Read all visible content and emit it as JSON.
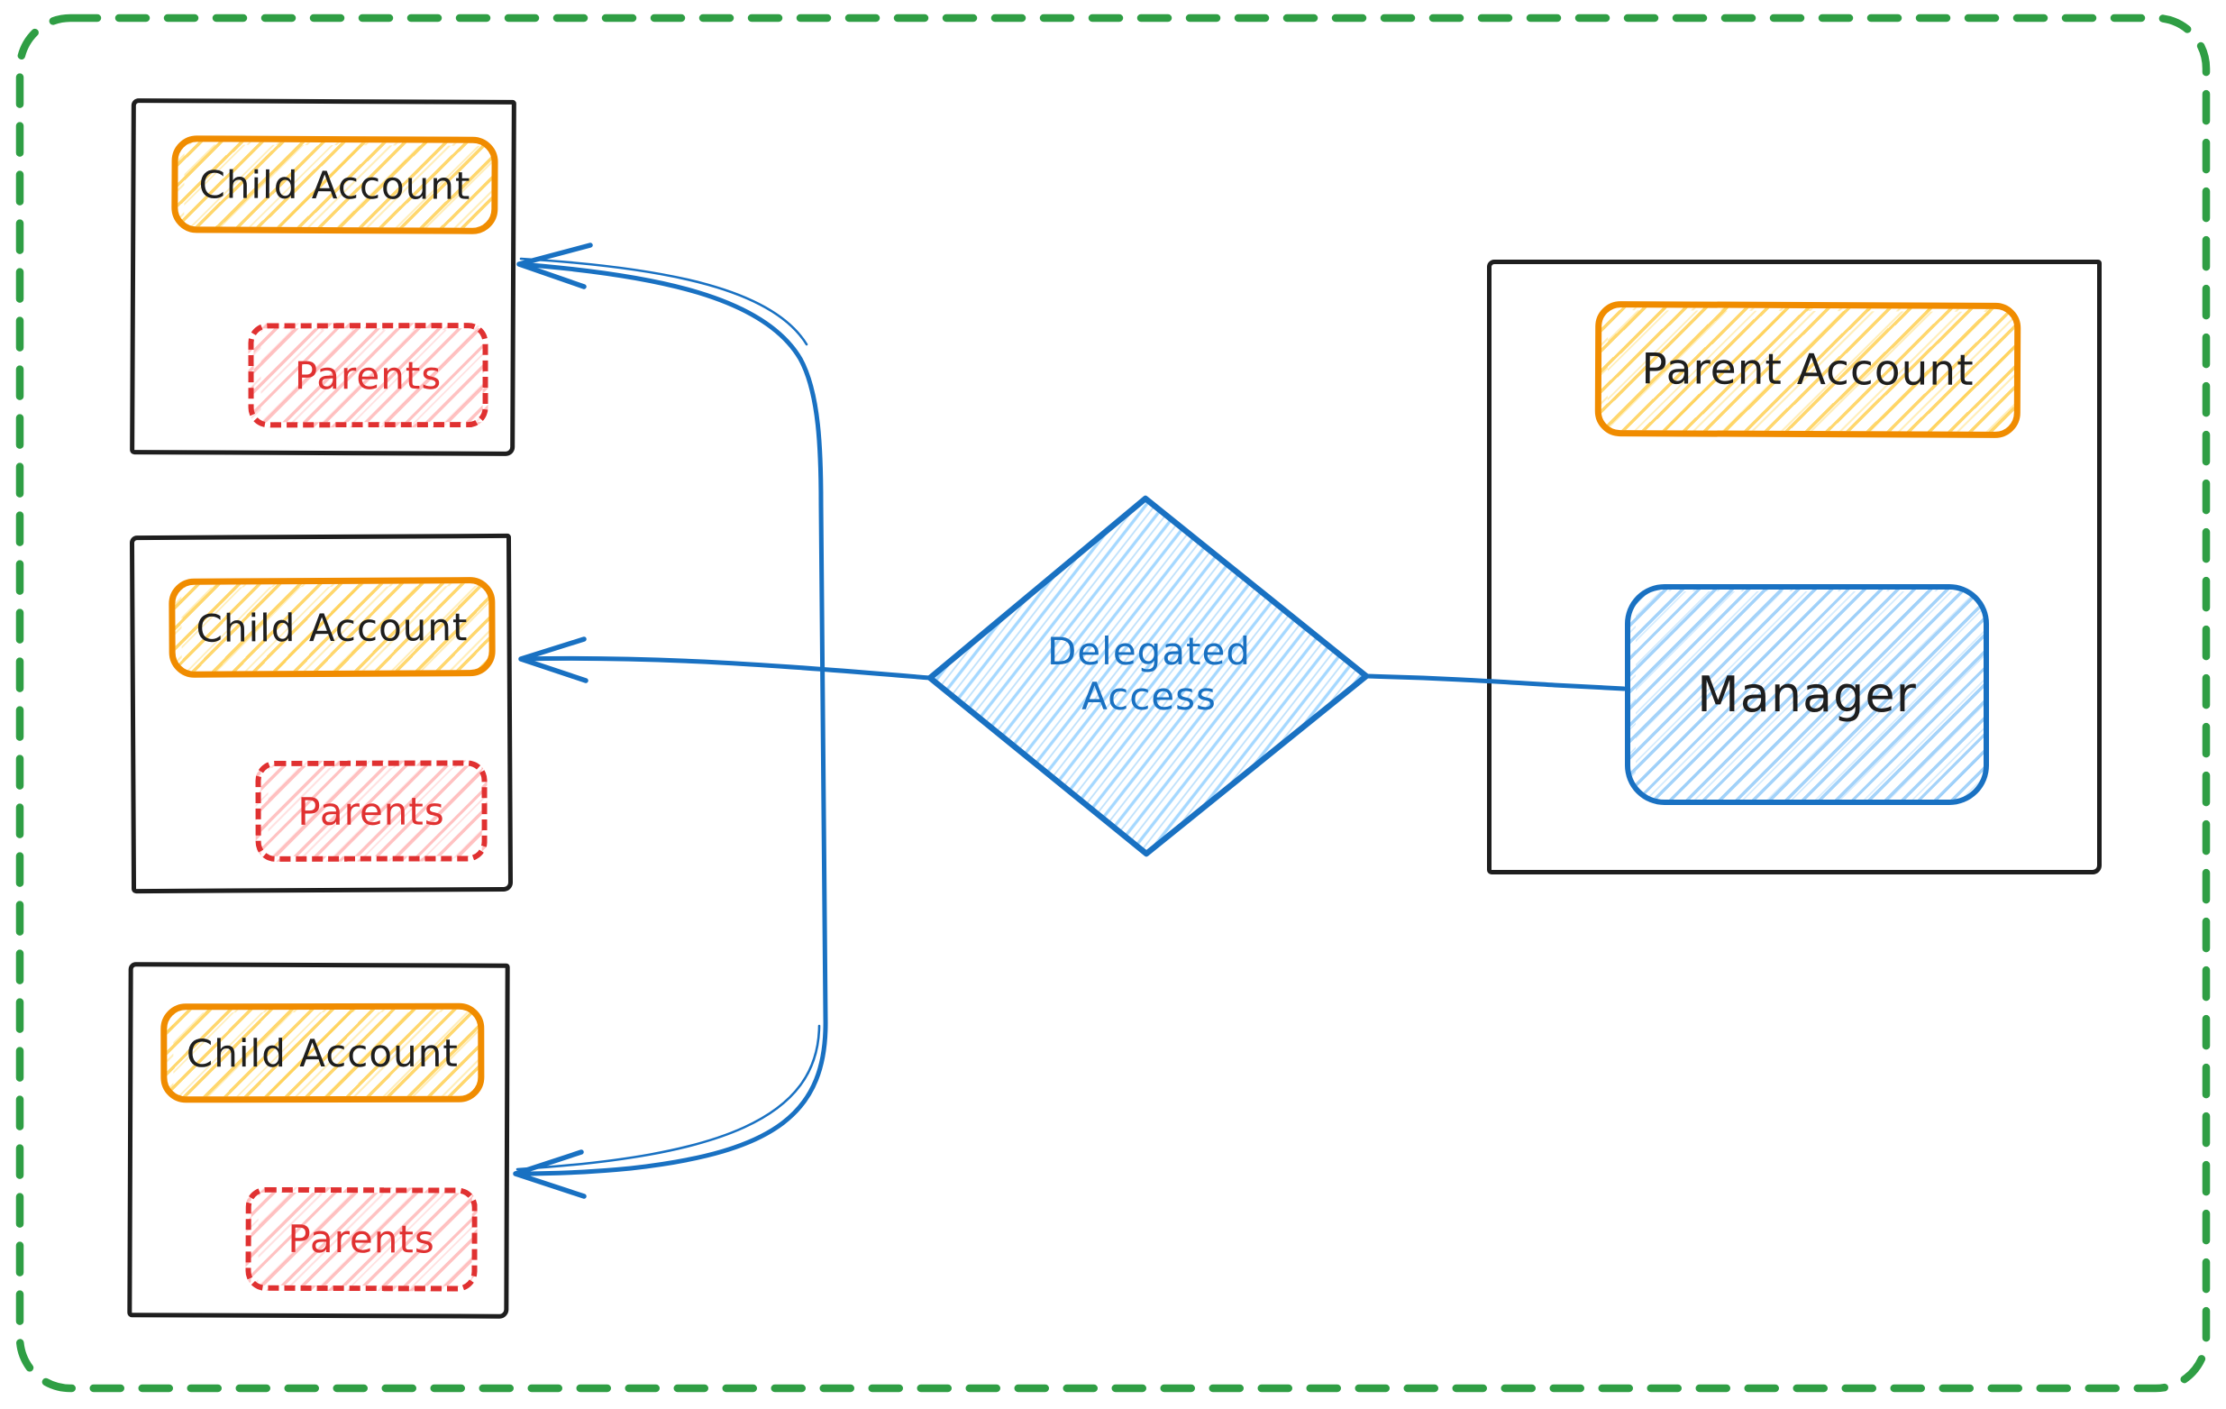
{
  "frame": {
    "border_color": "#2f9e44"
  },
  "child_accounts": [
    {
      "title": "Child Account",
      "inner_label": "Parents"
    },
    {
      "title": "Child Account",
      "inner_label": "Parents"
    },
    {
      "title": "Child Account",
      "inner_label": "Parents"
    }
  ],
  "parent_account": {
    "title": "Parent Account",
    "manager_label": "Manager"
  },
  "decision": {
    "label": "Delegated Access"
  },
  "edges": [
    {
      "from": "manager",
      "to": "delegated-access",
      "arrowhead": false
    },
    {
      "from": "delegated-access",
      "to": "child-account-1",
      "arrowhead": true
    },
    {
      "from": "delegated-access",
      "to": "child-account-2",
      "arrowhead": true
    },
    {
      "from": "delegated-access",
      "to": "child-account-3",
      "arrowhead": true
    }
  ],
  "colors": {
    "frame_green": "#2f9e44",
    "box_black": "#1e1e1e",
    "accent_orange": "#f08c00",
    "accent_red": "#e03131",
    "accent_blue": "#1971c2",
    "fill_yellow": "#ffd43b",
    "fill_pink": "#ffc9c9",
    "fill_blue": "#a5d8ff"
  }
}
